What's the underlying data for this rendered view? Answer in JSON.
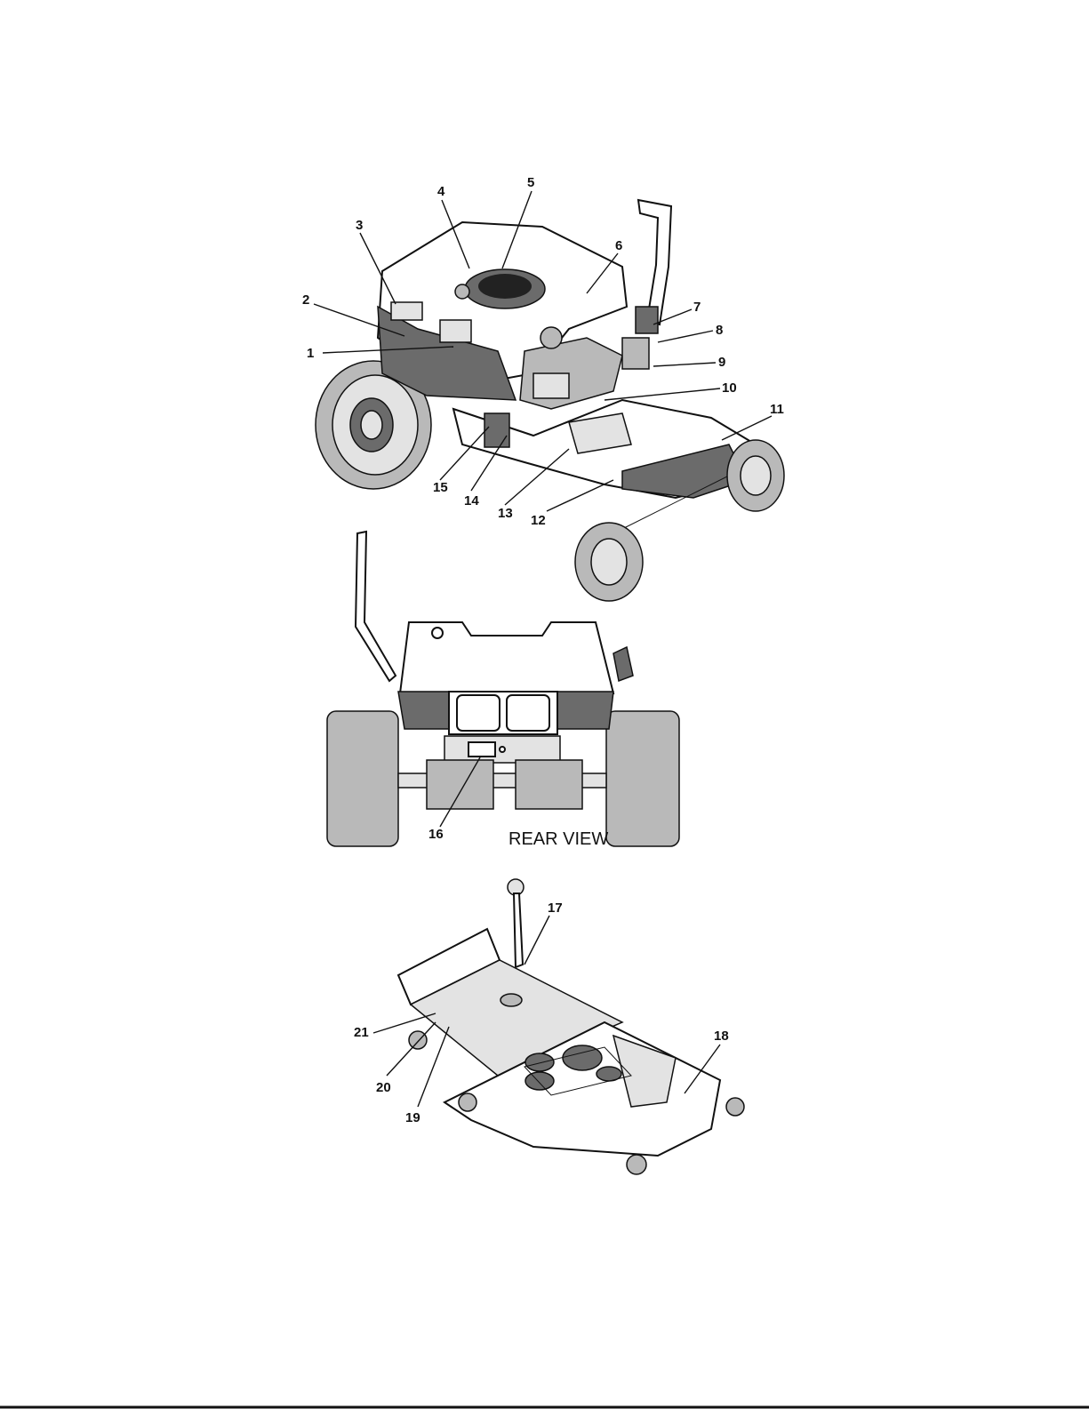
{
  "figure": {
    "callouts": [
      "1",
      "2",
      "3",
      "4",
      "5",
      "6",
      "7",
      "8",
      "9",
      "10",
      "11",
      "12",
      "13",
      "14",
      "15",
      "16",
      "17",
      "18",
      "19",
      "20",
      "21"
    ],
    "rear_view_caption": "REAR VIEW"
  }
}
